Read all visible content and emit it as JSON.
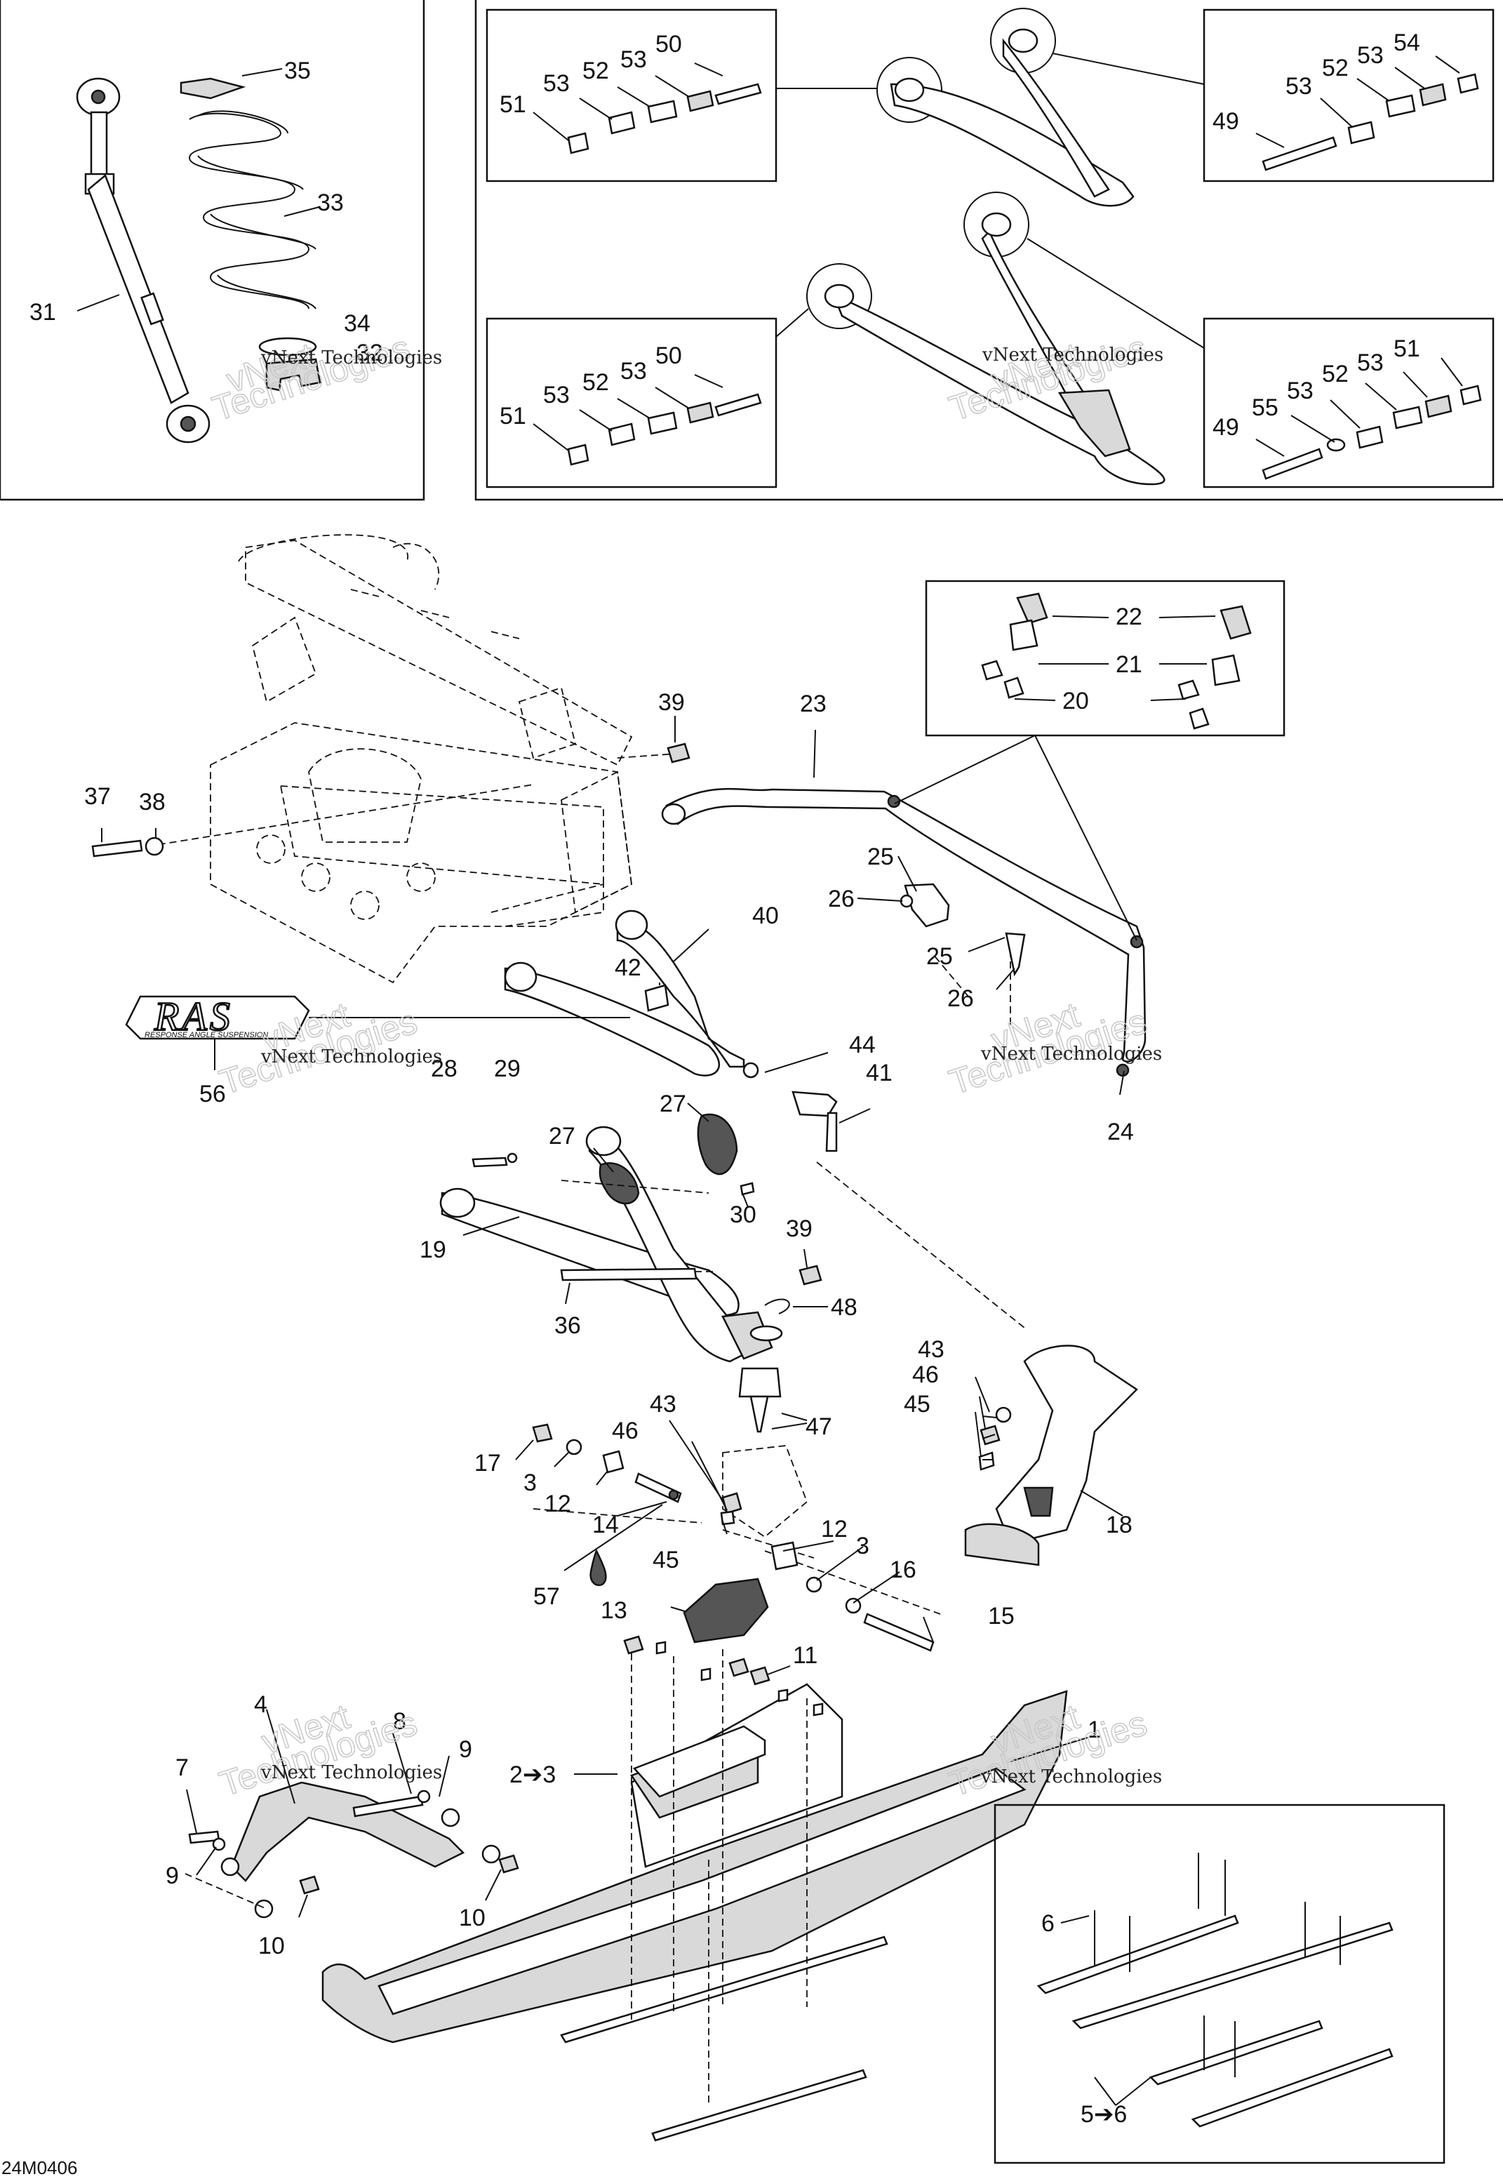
{
  "diagram_ref": "24M0406",
  "logo": {
    "mark": "RAS",
    "tagline": "RESPONSE ANGLE SUSPENSION"
  },
  "watermarks": [
    "vNext Technologies",
    "vNext Technologies",
    "vNext Technologies",
    "vNext Technologies",
    "vNext Technologies"
  ],
  "callouts": {
    "c1": "1",
    "c2to3": "2➔3",
    "c3a": "3",
    "c3b": "3",
    "c4": "4",
    "c5to6": "5➔6",
    "c6": "6",
    "c7": "7",
    "c8": "8",
    "c9a": "9",
    "c9b": "9",
    "c10a": "10",
    "c10b": "10",
    "c11": "11",
    "c12a": "12",
    "c12b": "12",
    "c13": "13",
    "c14": "14",
    "c15": "15",
    "c16": "16",
    "c17": "17",
    "c18": "18",
    "c19": "19",
    "c20": "20",
    "c21": "21",
    "c22": "22",
    "c23": "23",
    "c24": "24",
    "c25a": "25",
    "c25b": "25",
    "c26a": "26",
    "c26b": "26",
    "c27a": "27",
    "c27b": "27",
    "c28": "28",
    "c29": "29",
    "c30": "30",
    "c31": "31",
    "c32": "32",
    "c33": "33",
    "c34": "34",
    "c35": "35",
    "c36": "36",
    "c37": "37",
    "c38": "38",
    "c39a": "39",
    "c39b": "39",
    "c40": "40",
    "c41": "41",
    "c42": "42",
    "c43a": "43",
    "c43b": "43",
    "c44": "44",
    "c45a": "45",
    "c45b": "45",
    "c46a": "46",
    "c46b": "46",
    "c47": "47",
    "c48": "48",
    "c49a": "49",
    "c49b": "49",
    "c50a": "50",
    "c50b": "50",
    "c51a": "51",
    "c51b": "51",
    "c51c": "51",
    "c52a": "52",
    "c52b": "52",
    "c52c": "52",
    "c52d": "52",
    "c53a": "53",
    "c53b": "53",
    "c53c": "53",
    "c53d": "53",
    "c53e": "53",
    "c53f": "53",
    "c53g": "53",
    "c53h": "53",
    "c54": "54",
    "c55": "55",
    "c56": "56",
    "c57": "57"
  }
}
